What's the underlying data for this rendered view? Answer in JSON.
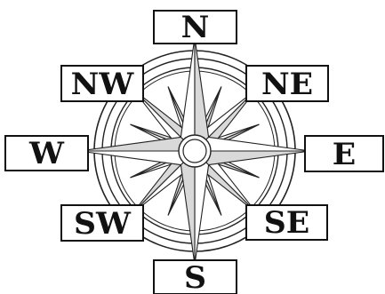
{
  "compass": {
    "labels": {
      "n": "N",
      "ne": "NE",
      "e": "E",
      "se": "SE",
      "s": "S",
      "sw": "SW",
      "w": "W",
      "nw": "NW"
    },
    "colors": {
      "ink": "#111111",
      "shade": "#d9d9d9",
      "background": "#ffffff"
    }
  }
}
